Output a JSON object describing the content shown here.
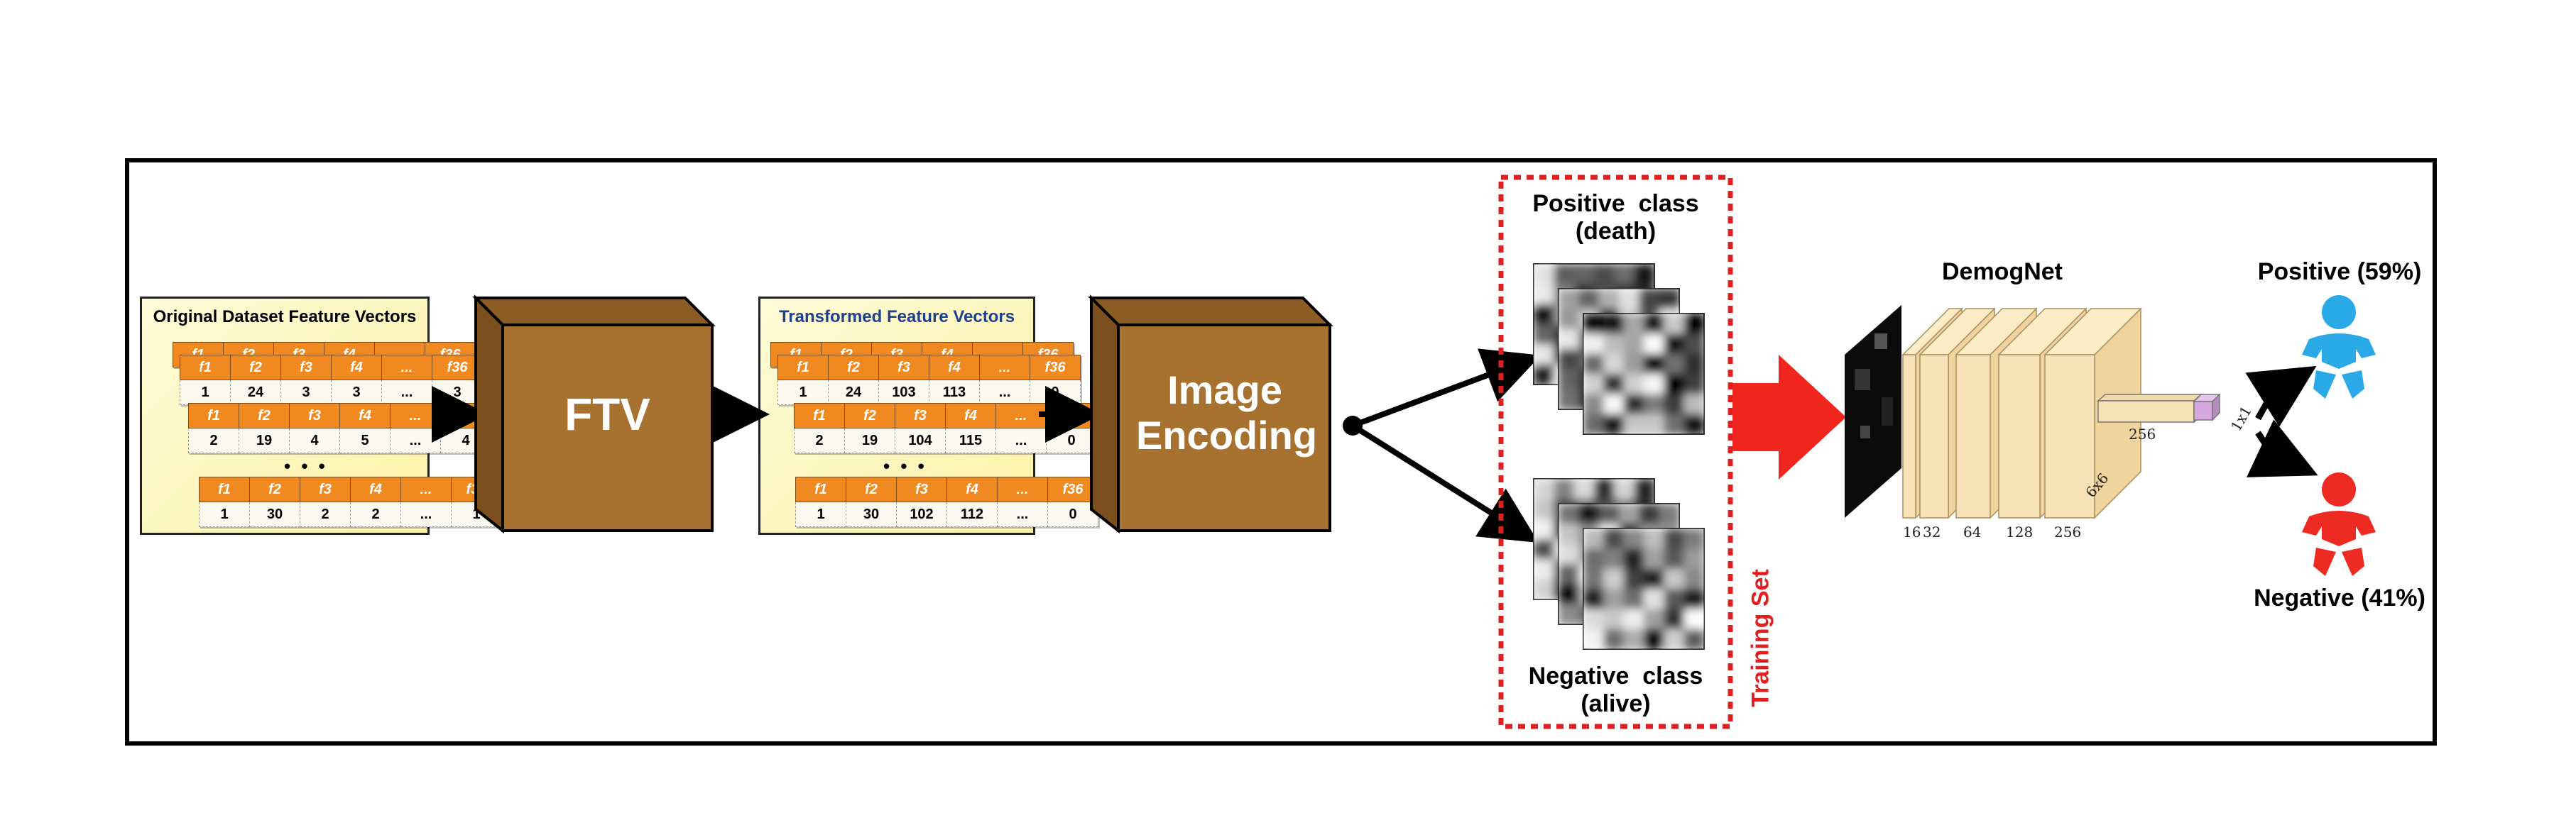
{
  "panels": {
    "original_title": "Original Dataset Feature Vectors",
    "transformed_title": "Transformed Feature Vectors",
    "header": [
      "f1",
      "f2",
      "f3",
      "f4",
      "...",
      "f36"
    ],
    "original_rows": [
      [
        "1",
        "24",
        "3",
        "3",
        "...",
        "3"
      ],
      [
        "2",
        "19",
        "4",
        "5",
        "...",
        "4"
      ],
      [
        "1",
        "30",
        "2",
        "2",
        "...",
        "1"
      ]
    ],
    "transformed_rows": [
      [
        "1",
        "24",
        "103",
        "113",
        "...",
        "0"
      ],
      [
        "2",
        "19",
        "104",
        "115",
        "...",
        "0"
      ],
      [
        "1",
        "30",
        "102",
        "112",
        "...",
        "0"
      ]
    ],
    "dots": "• • •"
  },
  "boxes": {
    "ftv_label": "FTV",
    "image_encoding_label": "Image Encoding"
  },
  "training_set": {
    "positive_label_1": "Positive  class",
    "positive_label_2": "(death)",
    "negative_label_1": "Negative  class",
    "negative_label_2": "(alive)",
    "label": "Training Set"
  },
  "network": {
    "title": "DemogNet",
    "layer_sizes": [
      "16",
      "32",
      "64",
      "128",
      "256"
    ],
    "fc_size": "256",
    "spatial": "6x6",
    "output": "1x1"
  },
  "outputs": {
    "positive_label": "Positive (59%)",
    "negative_label": "Negative (41%)"
  },
  "colors": {
    "box_brown": "#a7712f",
    "orange": "#f0891f",
    "red": "#e02020",
    "blue": "#29a9e6",
    "layer_beige": "#f7e2b8"
  }
}
